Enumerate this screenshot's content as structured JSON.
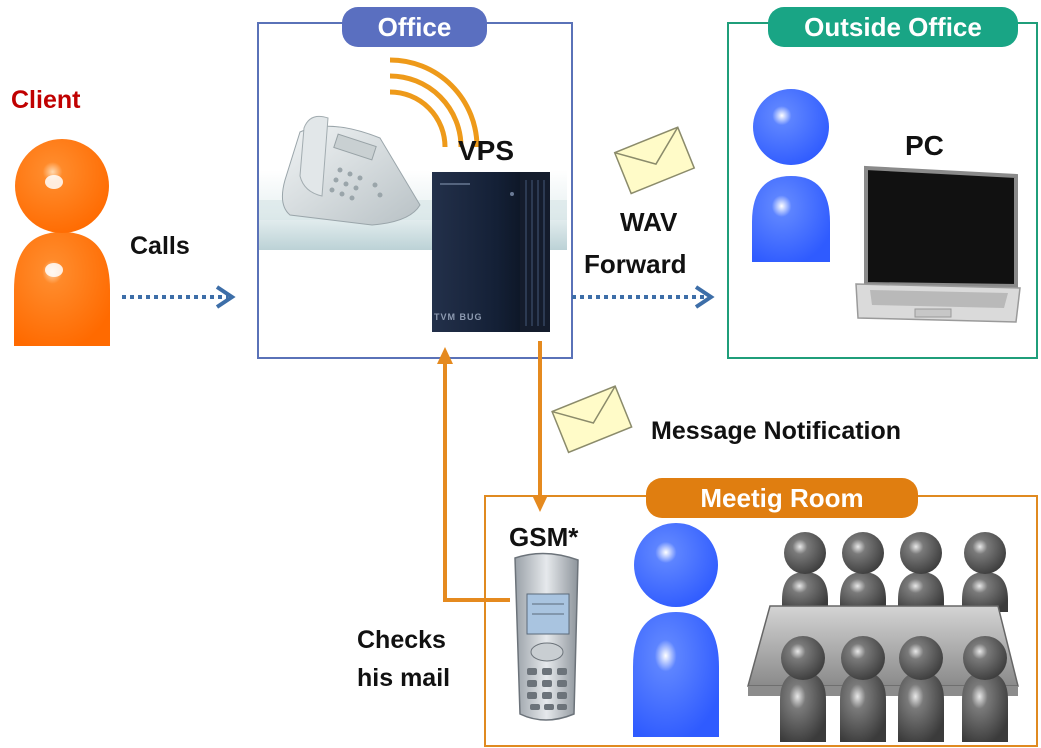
{
  "client": {
    "label": "Client",
    "action": "Calls"
  },
  "office": {
    "title": "Office",
    "device": "VPS",
    "device_brand": "TVM BUG"
  },
  "outside_office": {
    "title": "Outside Office",
    "device": "PC"
  },
  "forward": {
    "line1": "WAV",
    "line2": "Forward"
  },
  "notification": {
    "label": "Message Notification"
  },
  "meeting_room": {
    "title": "Meetig Room",
    "device": "GSM*"
  },
  "checks_mail": {
    "line1": "Checks",
    "line2": "his mail"
  },
  "colors": {
    "client_orange": "#ff6a00",
    "client_text": "#c00000",
    "person_blue": "#2f5bff",
    "office_border": "#5a72b8",
    "office_tab": "#5a6fc0",
    "outside_border": "#1f9e7a",
    "outside_tab": "#19a585",
    "meeting_border": "#e08a20",
    "meeting_tab": "#e07e10",
    "arrow_blue": "#3d6ea8",
    "arrow_orange": "#e58a1f",
    "envelope": "#fffbc8"
  }
}
